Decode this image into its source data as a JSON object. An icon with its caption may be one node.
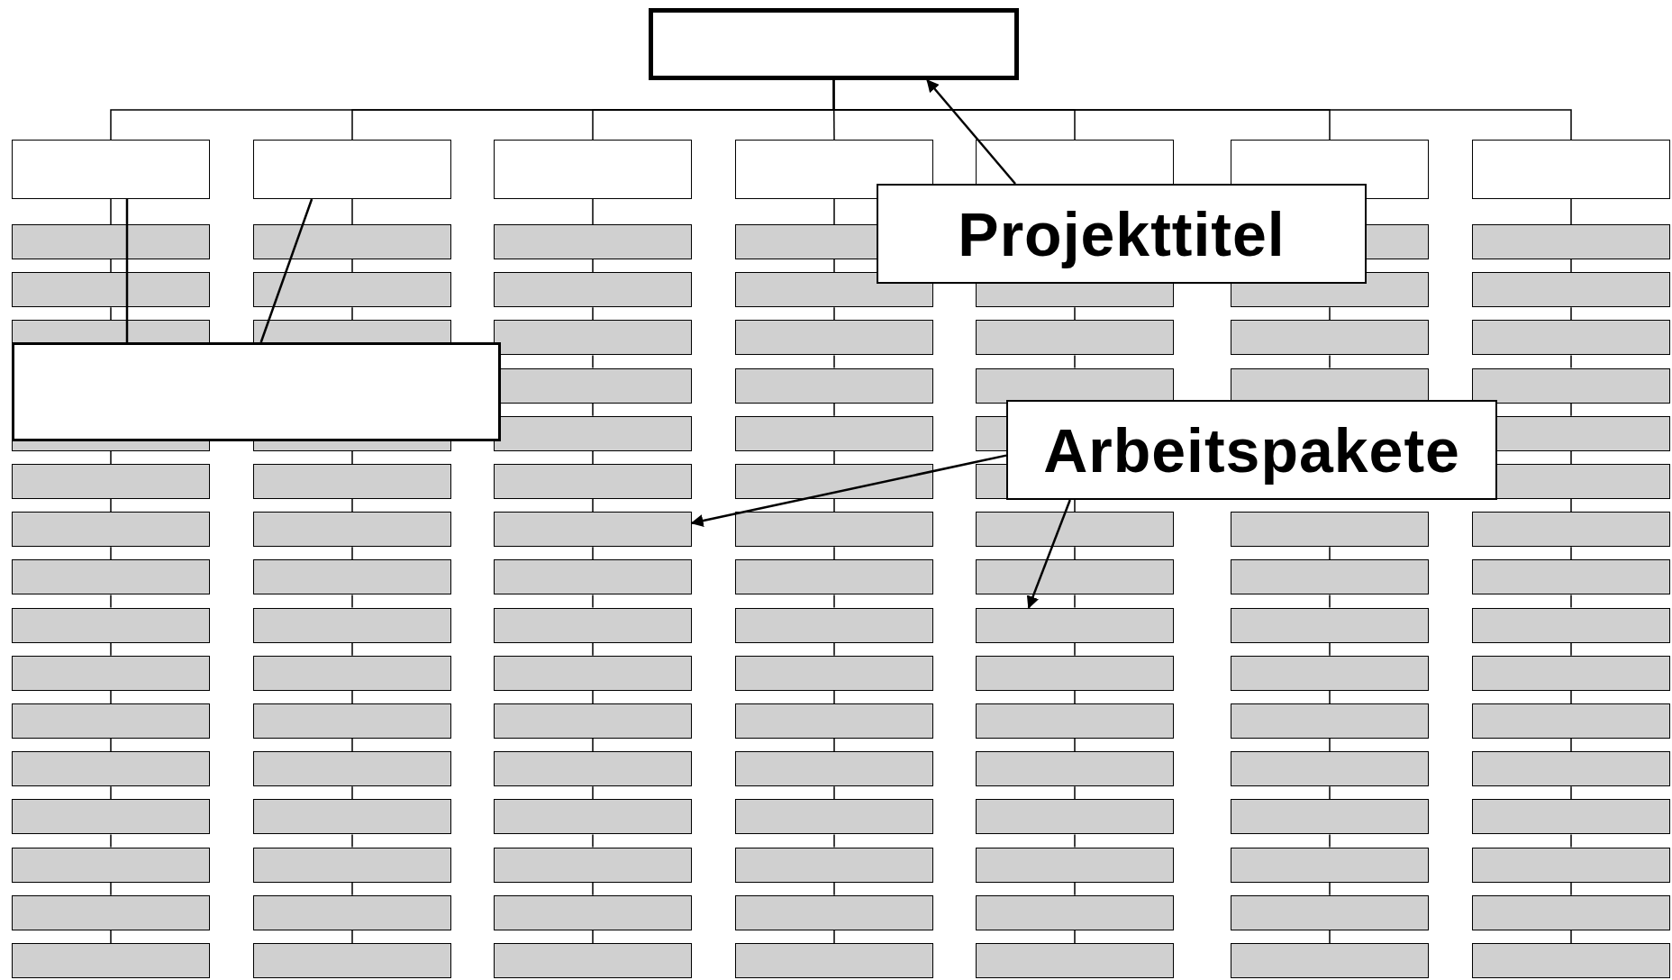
{
  "diagram": {
    "nodes": [
      {
        "text": [],
        "shape": "box"
      },
      {
        "text": [],
        "shape": "box"
      },
      {
        "text": [],
        "shape": "box"
      },
      {
        "text": [],
        "shape": "box"
      },
      {
        "text": [],
        "shape": "box"
      },
      {
        "text": [],
        "shape": "box"
      },
      {
        "text": [],
        "shape": "box"
      },
      {
        "text": [],
        "shape": "box"
      },
      {
        "text": [],
        "shape": "box"
      },
      {
        "text": [],
        "shape": "box"
      },
      {
        "text": [],
        "shape": "box"
      },
      {
        "text": [],
        "shape": "box"
      },
      {
        "text": [],
        "shape": "box"
      },
      {
        "text": [],
        "shape": "box"
      },
      {
        "text": [],
        "shape": "box"
      },
      {
        "text": [],
        "shape": "box"
      },
      {
        "text": [],
        "shape": "box"
      },
      {
        "text": [],
        "shape": "box"
      },
      {
        "text": [],
        "shape": "box"
      },
      {
        "text": [],
        "shape": "box"
      },
      {
        "text": [],
        "shape": "box"
      },
      {
        "text": [],
        "shape": "box"
      },
      {
        "text": [],
        "shape": "box"
      },
      {
        "text": [],
        "shape": "box"
      },
      {
        "text": [],
        "shape": "box"
      },
      {
        "text": [],
        "shape": "box"
      },
      {
        "text": [],
        "shape": "box"
      },
      {
        "text": [],
        "shape": "box"
      },
      {
        "text": [],
        "shape": "box"
      },
      {
        "text": [],
        "shape": "box"
      },
      {
        "text": [],
        "shape": "box"
      },
      {
        "text": [],
        "shape": "box"
      },
      {
        "text": [],
        "shape": "box"
      },
      {
        "text": [],
        "shape": "box"
      },
      {
        "text": [],
        "shape": "box"
      },
      {
        "text": [],
        "shape": "box"
      },
      {
        "text": [],
        "shape": "box"
      },
      {
        "text": [],
        "shape": "box"
      },
      {
        "text": [],
        "shape": "box"
      },
      {
        "text": [],
        "shape": "box"
      },
      {
        "text": [],
        "shape": "box"
      },
      {
        "text": [],
        "shape": "box"
      },
      {
        "text": [],
        "shape": "box"
      },
      {
        "text": [],
        "shape": "box"
      },
      {
        "text": [],
        "shape": "box"
      },
      {
        "text": [],
        "shape": "box"
      },
      {
        "text": [],
        "shape": "box"
      },
      {
        "text": [],
        "shape": "box"
      },
      {
        "text": [],
        "shape": "box"
      },
      {
        "text": [],
        "shape": "box"
      },
      {
        "text": [],
        "shape": "box"
      },
      {
        "text": [],
        "shape": "box"
      },
      {
        "text": [],
        "shape": "box"
      },
      {
        "text": [],
        "shape": "box"
      },
      {
        "text": [],
        "shape": "box"
      },
      {
        "text": [],
        "shape": "box"
      },
      {
        "text": [],
        "shape": "box"
      },
      {
        "text": [],
        "shape": "box"
      },
      {
        "text": [],
        "shape": "box"
      },
      {
        "text": [],
        "shape": "box"
      },
      {
        "text": [],
        "shape": "box"
      },
      {
        "text": [],
        "shape": "box"
      },
      {
        "text": [],
        "shape": "box"
      },
      {
        "text": [],
        "shape": "box"
      },
      {
        "text": [],
        "shape": "box"
      },
      {
        "text": [],
        "shape": "box"
      },
      {
        "text": [],
        "shape": "box"
      },
      {
        "text": [],
        "shape": "box"
      },
      {
        "text": [],
        "shape": "box"
      },
      {
        "text": [],
        "shape": "box"
      },
      {
        "text": [],
        "shape": "box"
      },
      {
        "text": [],
        "shape": "box"
      },
      {
        "text": [],
        "shape": "box"
      },
      {
        "text": [],
        "shape": "box"
      },
      {
        "text": [],
        "shape": "box"
      },
      {
        "text": [],
        "shape": "box"
      },
      {
        "text": [],
        "shape": "box"
      },
      {
        "text": [],
        "shape": "box"
      },
      {
        "text": [],
        "shape": "box"
      },
      {
        "text": [],
        "shape": "box"
      },
      {
        "text": [],
        "shape": "box"
      },
      {
        "text": [],
        "shape": "box"
      },
      {
        "text": [],
        "shape": "box"
      },
      {
        "text": [],
        "shape": "box"
      },
      {
        "text": [],
        "shape": "box"
      },
      {
        "text": [],
        "shape": "box"
      },
      {
        "text": [],
        "shape": "box"
      },
      {
        "text": [],
        "shape": "box"
      },
      {
        "text": [],
        "shape": "box"
      },
      {
        "text": [],
        "shape": "box"
      },
      {
        "text": [],
        "shape": "box"
      },
      {
        "text": [],
        "shape": "box"
      },
      {
        "text": [],
        "shape": "box"
      },
      {
        "text": [],
        "shape": "box"
      },
      {
        "text": [],
        "shape": "box"
      },
      {
        "text": [],
        "shape": "box"
      },
      {
        "text": [],
        "shape": "box"
      },
      {
        "text": [],
        "shape": "box"
      },
      {
        "text": [],
        "shape": "box"
      },
      {
        "text": [],
        "shape": "box"
      },
      {
        "text": [],
        "shape": "box"
      },
      {
        "text": [],
        "shape": "box"
      },
      {
        "text": [],
        "shape": "box"
      },
      {
        "text": [],
        "shape": "box"
      },
      {
        "text": [],
        "shape": "box"
      },
      {
        "text": [],
        "shape": "box"
      },
      {
        "text": [],
        "shape": "box"
      },
      {
        "text": [],
        "shape": "box"
      },
      {
        "text": [],
        "shape": "box"
      },
      {
        "text": [],
        "shape": "box"
      },
      {
        "text": [],
        "shape": "box"
      },
      {
        "text": [],
        "shape": "box"
      },
      {
        "text": [],
        "shape": "box"
      },
      {
        "text": [],
        "shape": "box"
      },
      {
        "text": [],
        "shape": "box"
      },
      {
        "text": [
          "Projekttitel"
        ]
      },
      {
        "text": [],
        "shape": "box"
      },
      {
        "text": [
          "Arbeitspakete"
        ]
      }
    ],
    "edges": [
      {
        "from": 0,
        "to": 1,
        "arrow": "none"
      },
      {
        "from": 0,
        "to": 2,
        "arrow": "none"
      },
      {
        "from": 0,
        "to": 3,
        "arrow": "none"
      },
      {
        "from": 0,
        "to": 4,
        "arrow": "none"
      },
      {
        "from": 0,
        "to": 5,
        "arrow": "none"
      },
      {
        "from": 0,
        "to": 6,
        "arrow": "none"
      },
      {
        "from": 0,
        "to": 7,
        "arrow": "none"
      },
      {
        "from": 1,
        "to": 8,
        "arrow": "none"
      },
      {
        "from": 8,
        "to": 9,
        "arrow": "none"
      },
      {
        "from": 9,
        "to": 10,
        "arrow": "none"
      },
      {
        "from": 11,
        "to": 12,
        "arrow": "none"
      },
      {
        "from": 12,
        "to": 13,
        "arrow": "none"
      },
      {
        "from": 13,
        "to": 14,
        "arrow": "none"
      },
      {
        "from": 14,
        "to": 15,
        "arrow": "none"
      },
      {
        "from": 15,
        "to": 16,
        "arrow": "none"
      },
      {
        "from": 16,
        "to": 17,
        "arrow": "none"
      },
      {
        "from": 17,
        "to": 18,
        "arrow": "none"
      },
      {
        "from": 18,
        "to": 19,
        "arrow": "none"
      },
      {
        "from": 19,
        "to": 20,
        "arrow": "none"
      },
      {
        "from": 20,
        "to": 21,
        "arrow": "none"
      },
      {
        "from": 21,
        "to": 22,
        "arrow": "none"
      },
      {
        "from": 2,
        "to": 23,
        "arrow": "none"
      },
      {
        "from": 23,
        "to": 24,
        "arrow": "none"
      },
      {
        "from": 24,
        "to": 25,
        "arrow": "none"
      },
      {
        "from": 26,
        "to": 27,
        "arrow": "none"
      },
      {
        "from": 27,
        "to": 28,
        "arrow": "none"
      },
      {
        "from": 28,
        "to": 29,
        "arrow": "none"
      },
      {
        "from": 29,
        "to": 30,
        "arrow": "none"
      },
      {
        "from": 30,
        "to": 31,
        "arrow": "none"
      },
      {
        "from": 31,
        "to": 32,
        "arrow": "none"
      },
      {
        "from": 32,
        "to": 33,
        "arrow": "none"
      },
      {
        "from": 33,
        "to": 34,
        "arrow": "none"
      },
      {
        "from": 34,
        "to": 35,
        "arrow": "none"
      },
      {
        "from": 35,
        "to": 36,
        "arrow": "none"
      },
      {
        "from": 36,
        "to": 37,
        "arrow": "none"
      },
      {
        "from": 3,
        "to": 38,
        "arrow": "none"
      },
      {
        "from": 38,
        "to": 39,
        "arrow": "none"
      },
      {
        "from": 39,
        "to": 40,
        "arrow": "none"
      },
      {
        "from": 40,
        "to": 41,
        "arrow": "none"
      },
      {
        "from": 41,
        "to": 42,
        "arrow": "none"
      },
      {
        "from": 42,
        "to": 43,
        "arrow": "none"
      },
      {
        "from": 43,
        "to": 44,
        "arrow": "none"
      },
      {
        "from": 44,
        "to": 45,
        "arrow": "none"
      },
      {
        "from": 45,
        "to": 46,
        "arrow": "none"
      },
      {
        "from": 46,
        "to": 47,
        "arrow": "none"
      },
      {
        "from": 47,
        "to": 48,
        "arrow": "none"
      },
      {
        "from": 48,
        "to": 49,
        "arrow": "none"
      },
      {
        "from": 49,
        "to": 50,
        "arrow": "none"
      },
      {
        "from": 50,
        "to": 51,
        "arrow": "none"
      },
      {
        "from": 51,
        "to": 52,
        "arrow": "none"
      },
      {
        "from": 52,
        "to": 53,
        "arrow": "none"
      },
      {
        "from": 4,
        "to": 54,
        "arrow": "none"
      },
      {
        "from": 54,
        "to": 55,
        "arrow": "none"
      },
      {
        "from": 55,
        "to": 56,
        "arrow": "none"
      },
      {
        "from": 56,
        "to": 57,
        "arrow": "none"
      },
      {
        "from": 57,
        "to": 58,
        "arrow": "none"
      },
      {
        "from": 58,
        "to": 59,
        "arrow": "none"
      },
      {
        "from": 59,
        "to": 60,
        "arrow": "none"
      },
      {
        "from": 60,
        "to": 61,
        "arrow": "none"
      },
      {
        "from": 61,
        "to": 62,
        "arrow": "none"
      },
      {
        "from": 62,
        "to": 63,
        "arrow": "none"
      },
      {
        "from": 63,
        "to": 64,
        "arrow": "none"
      },
      {
        "from": 64,
        "to": 65,
        "arrow": "none"
      },
      {
        "from": 65,
        "to": 66,
        "arrow": "none"
      },
      {
        "from": 66,
        "to": 67,
        "arrow": "none"
      },
      {
        "from": 67,
        "to": 68,
        "arrow": "none"
      },
      {
        "from": 68,
        "to": 69,
        "arrow": "none"
      },
      {
        "from": 70,
        "to": 71,
        "arrow": "none"
      },
      {
        "from": 71,
        "to": 72,
        "arrow": "none"
      },
      {
        "from": 74,
        "to": 75,
        "arrow": "none"
      },
      {
        "from": 75,
        "to": 76,
        "arrow": "none"
      },
      {
        "from": 76,
        "to": 77,
        "arrow": "none"
      },
      {
        "from": 77,
        "to": 78,
        "arrow": "none"
      },
      {
        "from": 78,
        "to": 79,
        "arrow": "none"
      },
      {
        "from": 79,
        "to": 80,
        "arrow": "none"
      },
      {
        "from": 80,
        "to": 81,
        "arrow": "none"
      },
      {
        "from": 81,
        "to": 82,
        "arrow": "none"
      },
      {
        "from": 82,
        "to": 83,
        "arrow": "none"
      },
      {
        "from": 83,
        "to": 84,
        "arrow": "none"
      },
      {
        "from": 86,
        "to": 87,
        "arrow": "none"
      },
      {
        "from": 87,
        "to": 88,
        "arrow": "none"
      },
      {
        "from": 89,
        "to": 90,
        "arrow": "none"
      },
      {
        "from": 90,
        "to": 91,
        "arrow": "none"
      },
      {
        "from": 91,
        "to": 92,
        "arrow": "none"
      },
      {
        "from": 92,
        "to": 93,
        "arrow": "none"
      },
      {
        "from": 93,
        "to": 94,
        "arrow": "none"
      },
      {
        "from": 94,
        "to": 95,
        "arrow": "none"
      },
      {
        "from": 95,
        "to": 96,
        "arrow": "none"
      },
      {
        "from": 96,
        "to": 97,
        "arrow": "none"
      },
      {
        "from": 97,
        "to": 98,
        "arrow": "none"
      },
      {
        "from": 7,
        "to": 99,
        "arrow": "none"
      },
      {
        "from": 99,
        "to": 100,
        "arrow": "none"
      },
      {
        "from": 100,
        "to": 101,
        "arrow": "none"
      },
      {
        "from": 101,
        "to": 102,
        "arrow": "none"
      },
      {
        "from": 102,
        "to": 103,
        "arrow": "none"
      },
      {
        "from": 103,
        "to": 104,
        "arrow": "none"
      },
      {
        "from": 104,
        "to": 105,
        "arrow": "none"
      },
      {
        "from": 105,
        "to": 106,
        "arrow": "none"
      },
      {
        "from": 106,
        "to": 107,
        "arrow": "none"
      },
      {
        "from": 107,
        "to": 108,
        "arrow": "none"
      },
      {
        "from": 108,
        "to": 109,
        "arrow": "none"
      },
      {
        "from": 109,
        "to": 110,
        "arrow": "none"
      },
      {
        "from": 110,
        "to": 111,
        "arrow": "none"
      },
      {
        "from": 111,
        "to": 112,
        "arrow": "none"
      },
      {
        "from": 112,
        "to": 113,
        "arrow": "none"
      },
      {
        "from": 113,
        "to": 114,
        "arrow": "none"
      },
      {
        "from": 115,
        "to": 0,
        "arrow": "to"
      },
      {
        "from": 116,
        "to": 1,
        "arrow": "none"
      },
      {
        "from": 116,
        "to": 2,
        "arrow": "none"
      },
      {
        "from": 117,
        "to": 44,
        "arrow": "to"
      },
      {
        "from": 117,
        "to": 77,
        "arrow": "to"
      }
    ]
  }
}
